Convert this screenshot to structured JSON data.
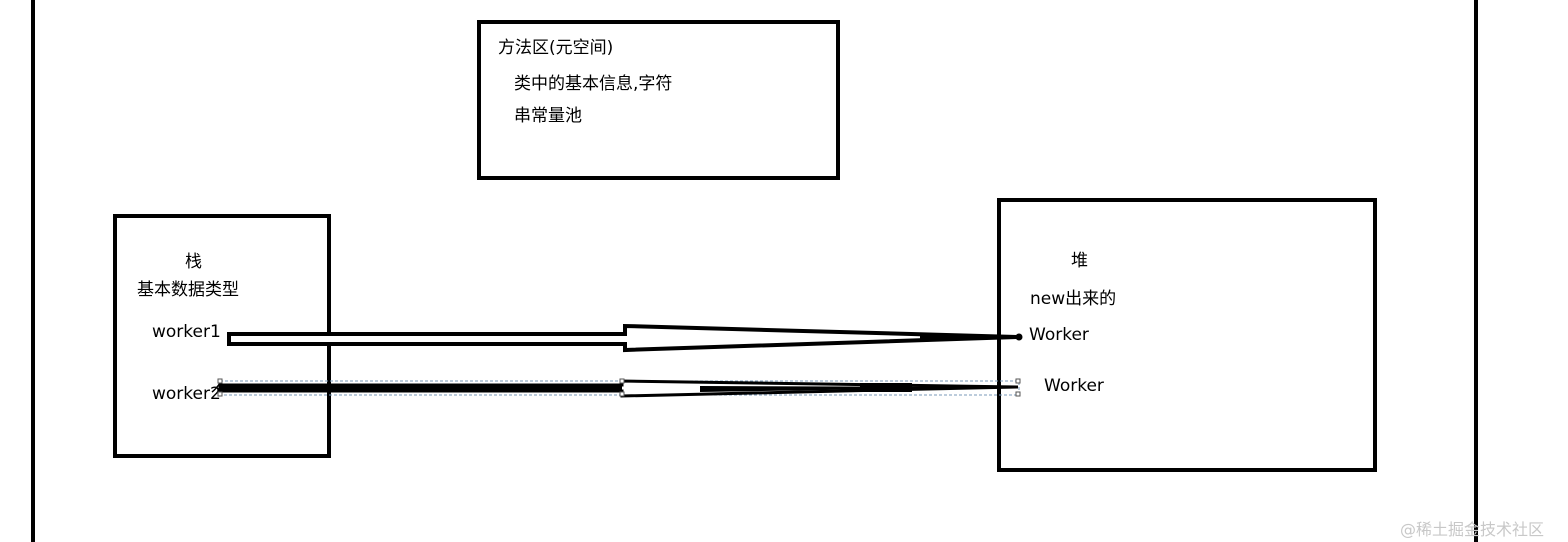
{
  "method_area": {
    "title": "方法区(元空间)",
    "desc_line1": "类中的基本信息,字符",
    "desc_line2": "串常量池"
  },
  "stack": {
    "title": "栈",
    "subtitle": "基本数据类型",
    "var1": "worker1",
    "var2": "worker2"
  },
  "heap": {
    "title": "堆",
    "subtitle": "new出来的",
    "obj1": "Worker",
    "obj2": "Worker"
  },
  "watermark": "@稀土掘金技术社区"
}
